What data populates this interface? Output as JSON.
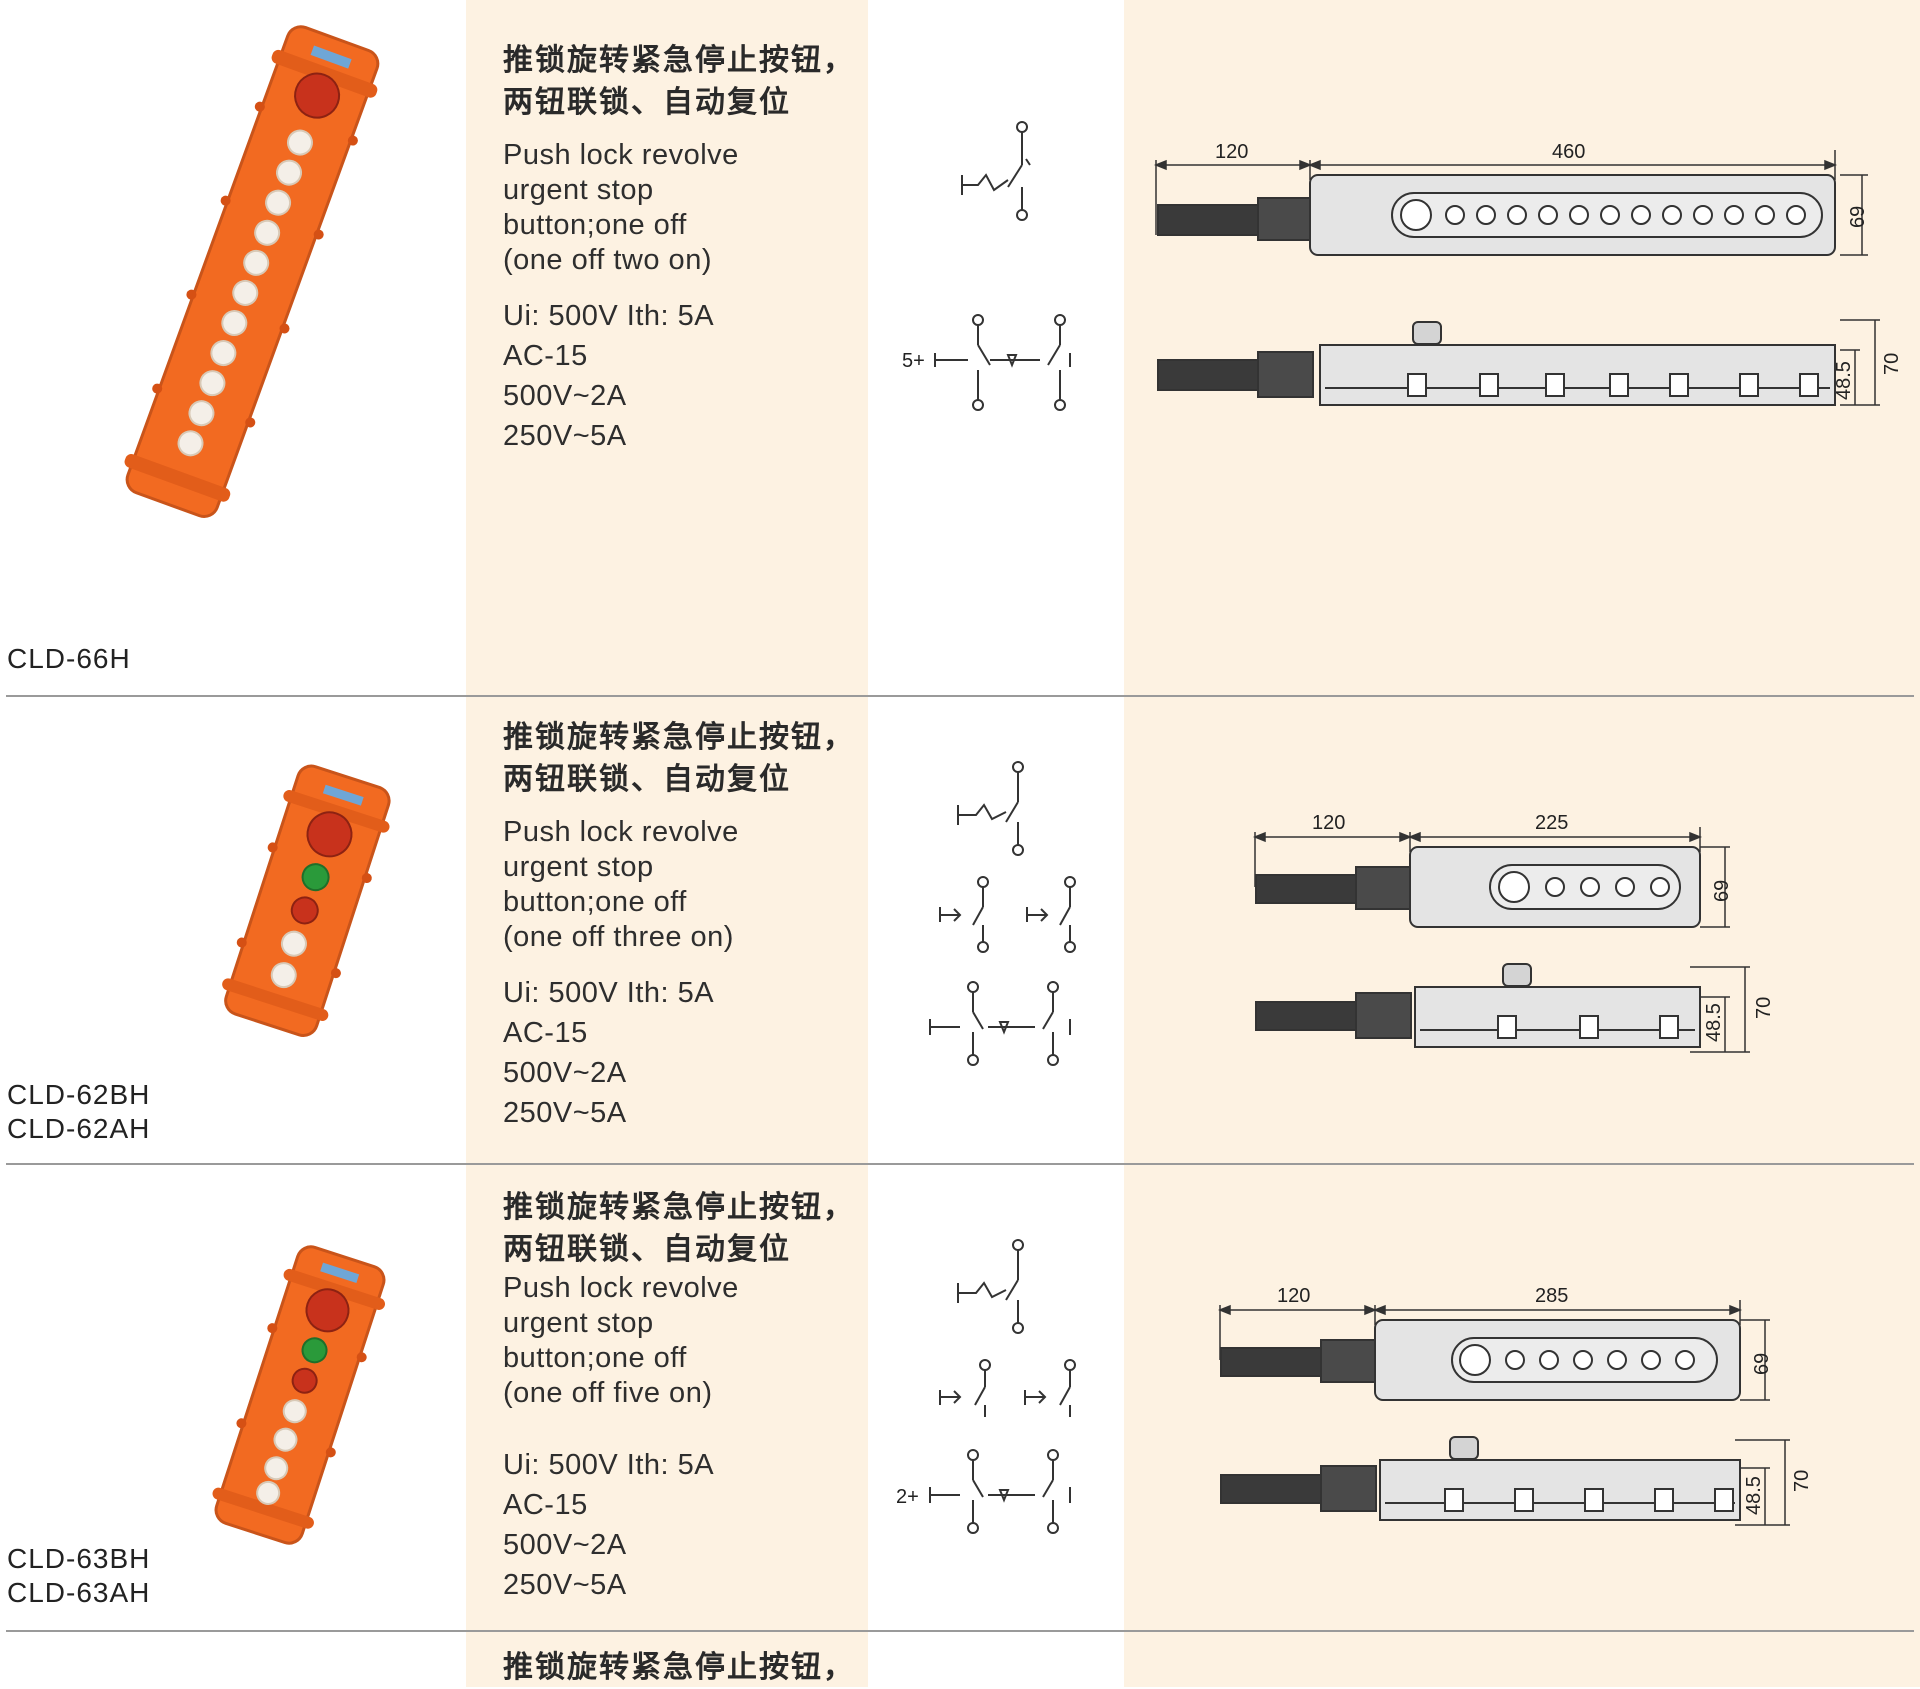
{
  "colors": {
    "cream": "#fdf2e2",
    "orange": "#f26a21",
    "red": "#c8321c",
    "green": "#2a9a3a",
    "line": "#333333"
  },
  "products": [
    {
      "models": [
        "CLD-66H"
      ],
      "desc_cn": [
        "推锁旋转紧急停止按钮，",
        "两钮联锁、自动复位"
      ],
      "desc_en": [
        "Push lock revolve",
        "urgent stop",
        "button;one off",
        "(one off two on)"
      ],
      "specs": [
        "Ui: 500V Ith: 5A",
        "AC-15",
        "500V~2A",
        "250V~5A"
      ],
      "circuit_label": "5+",
      "dims": {
        "cable": "120",
        "length": "460",
        "width": "69",
        "inner_h": "48.5",
        "height": "70"
      }
    },
    {
      "models": [
        "CLD-62BH",
        "CLD-62AH"
      ],
      "desc_cn": [
        "推锁旋转紧急停止按钮，",
        "两钮联锁、自动复位"
      ],
      "desc_en": [
        "Push lock revolve",
        "urgent stop",
        "button;one off",
        "(one off three on)"
      ],
      "specs": [
        "Ui: 500V Ith: 5A",
        "AC-15",
        "500V~2A",
        "250V~5A"
      ],
      "circuit_label": "",
      "dims": {
        "cable": "120",
        "length": "225",
        "width": "69",
        "inner_h": "48.5",
        "height": "70"
      }
    },
    {
      "models": [
        "CLD-63BH",
        "CLD-63AH"
      ],
      "desc_cn": [
        "推锁旋转紧急停止按钮，",
        "两钮联锁、自动复位"
      ],
      "desc_en": [
        "Push lock revolve",
        "urgent stop",
        "button;one off",
        "(one off five on)"
      ],
      "specs": [
        "Ui: 500V Ith: 5A",
        "AC-15",
        "500V~2A",
        "250V~5A"
      ],
      "circuit_label": "2+",
      "dims": {
        "cable": "120",
        "length": "285",
        "width": "69",
        "inner_h": "48.5",
        "height": "70"
      }
    },
    {
      "desc_cn": [
        "推锁旋转紧急停止按钮，"
      ]
    }
  ]
}
